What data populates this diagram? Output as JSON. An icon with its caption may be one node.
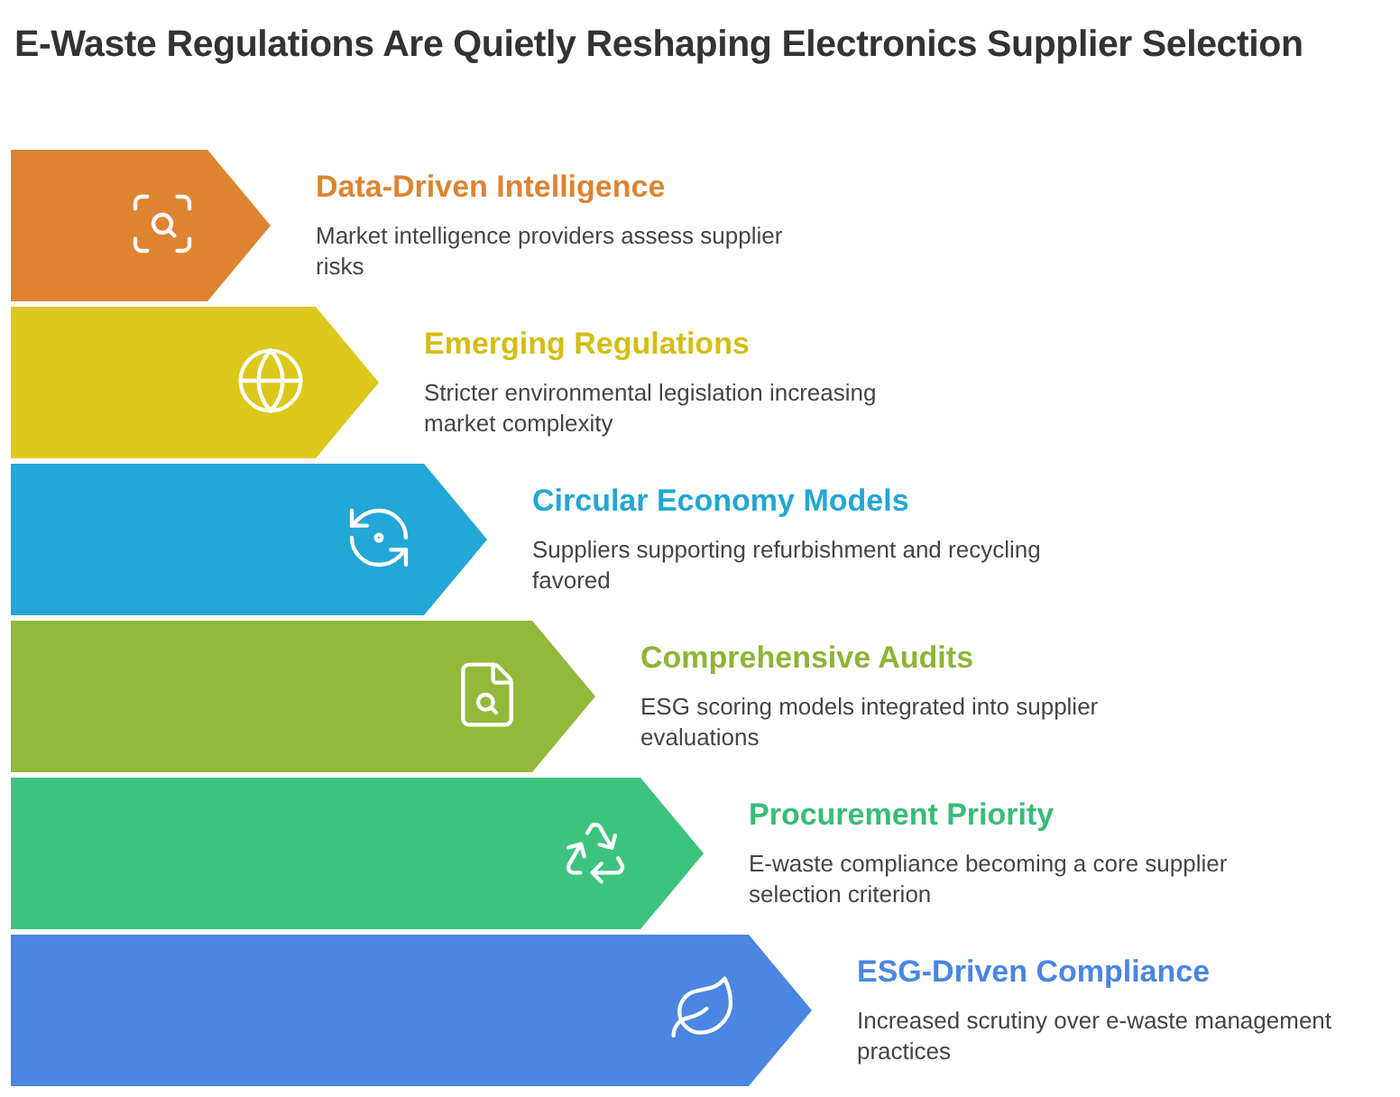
{
  "diagram": {
    "title": "E-Waste Regulations Are Quietly Reshaping Electronics Supplier Selection",
    "nodes": [
      {
        "text": [
          "Data-Driven Intelligence",
          "Market intelligence providers assess supplier risks"
        ]
      },
      {
        "text": [
          "Emerging Regulations",
          "Stricter environmental legislation increasing market complexity"
        ]
      },
      {
        "text": [
          "Circular Economy Models",
          "Suppliers supporting refurbishment and recycling favored"
        ]
      },
      {
        "text": [
          "Comprehensive Audits",
          "ESG scoring models integrated into supplier evaluations"
        ]
      },
      {
        "text": [
          "Procurement Priority",
          "E-waste compliance becoming a core supplier selection criterion"
        ]
      },
      {
        "text": [
          "ESG-Driven Compliance",
          "Increased scrutiny over e-waste management practices"
        ]
      }
    ]
  }
}
